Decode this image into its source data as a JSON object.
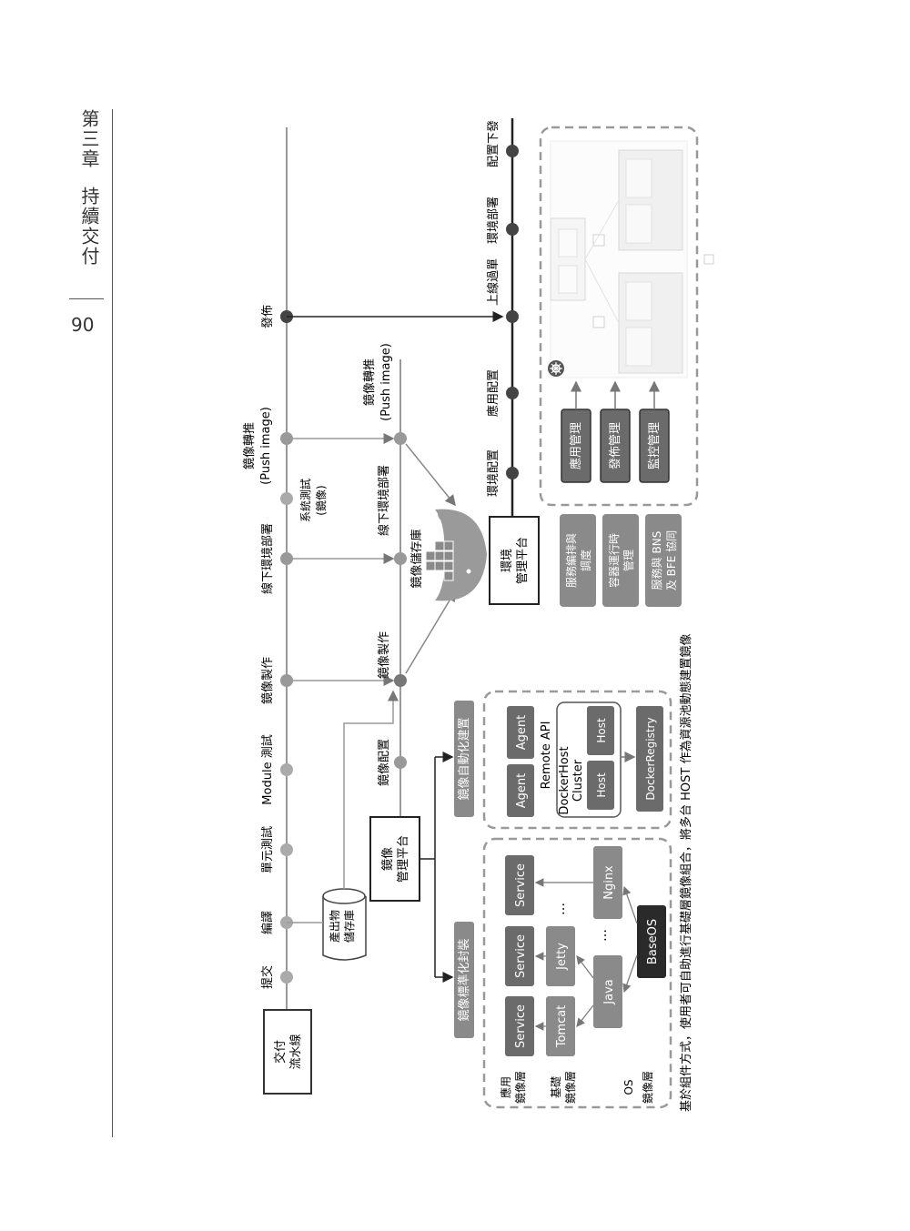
{
  "sidebar": {
    "chapter": "第三章",
    "chapter_title": "持續交付",
    "page_number": "90"
  },
  "pipeline": {
    "start_box": [
      "交付",
      "流水線"
    ],
    "stages": [
      "提交",
      "編譯",
      "單元測試",
      "Module 測試",
      "鏡像製作",
      "線下環境部署",
      "系統測試",
      "(鏡像)",
      "鏡像轉推",
      "(Push image)",
      "發佈"
    ]
  },
  "artifact_store": [
    "產出物",
    "儲存庫"
  ],
  "image_platform": {
    "box": [
      "鏡像",
      "管理平台"
    ],
    "nodes": [
      "鏡像配置",
      "鏡像製作",
      "鏡像儲存庫",
      "線下環境部署",
      "鏡像轉推",
      "(Push image)"
    ]
  },
  "env_platform": {
    "box": [
      "環境",
      "管理平台"
    ],
    "stages": [
      "環境配置",
      "應用配置",
      "上線過單",
      "環境部署",
      "配置下發"
    ]
  },
  "packaging": {
    "title": "鏡像標準化封裝",
    "layers": [
      "應用",
      "鏡像層",
      "基礎",
      "鏡像層",
      "OS",
      "鏡像層"
    ],
    "app_services": [
      "Service",
      "Service",
      "Service"
    ],
    "base_images": [
      "Tomcat",
      "Jetty",
      "…"
    ],
    "runtime": [
      "Java",
      "…",
      "Nginx"
    ],
    "os": "BaseOS",
    "caption": "基於組件方式，使用者可自助進行基礎層鏡像組合，將多台 HOST 作為資源池動態建置鏡像"
  },
  "automation": {
    "title": "鏡像自動化建置",
    "agents": [
      "Agent",
      "Agent"
    ],
    "remote_api": "Remote API",
    "cluster": [
      "DockerHost",
      "Cluster"
    ],
    "hosts": [
      "Host",
      "Host"
    ],
    "registry": "DockerRegistry"
  },
  "services": [
    "服務編排與",
    "調度",
    "容器運行時",
    "管理",
    "服務與 BNS",
    "及 BFE 協同"
  ],
  "management": [
    "應用管理",
    "發佈管理",
    "監控管理"
  ],
  "colors": {
    "dark_box": "#6b6b6b",
    "black_box": "#2a2a2a",
    "line": "#888888",
    "dot": "#999999",
    "accent": "#444444"
  }
}
